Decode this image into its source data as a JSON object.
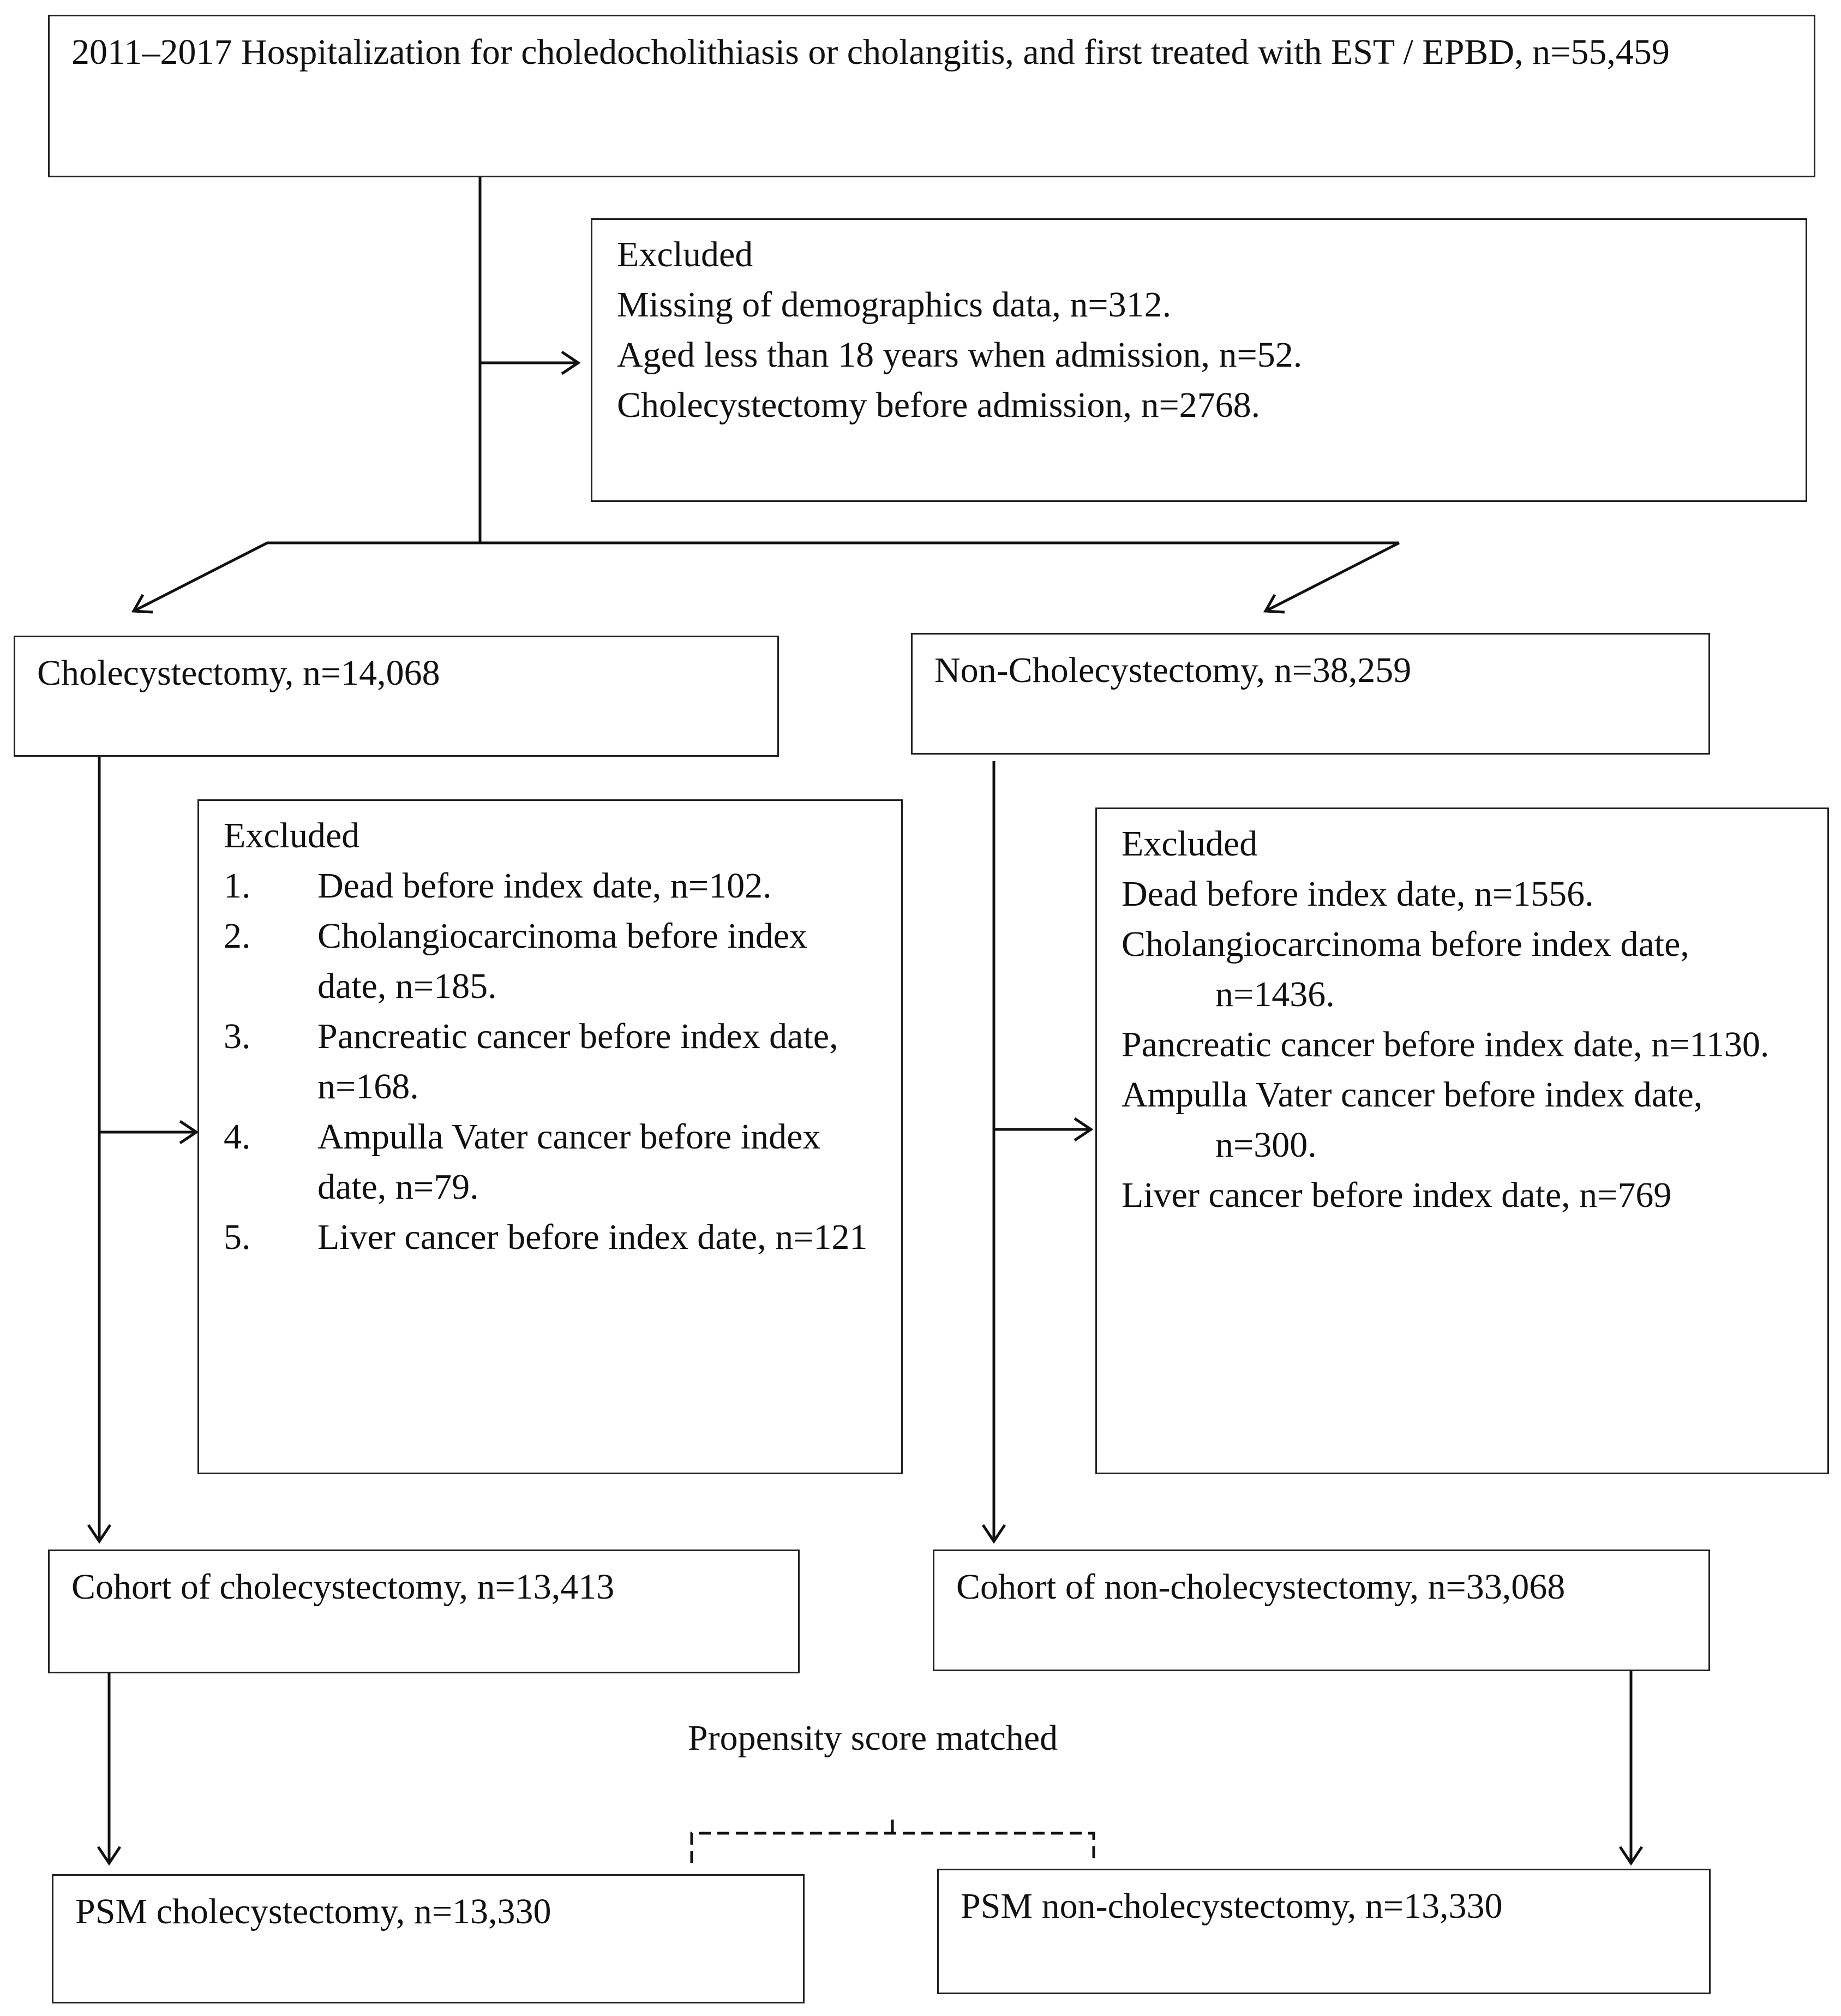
{
  "boxes": {
    "initial": "2011–2017 Hospitalization for choledocholithiasis or cholangitis, and first treated with EST / EPBD, n=55,459",
    "excluded_top": {
      "heading": "Excluded",
      "items": [
        "Missing of demographics data, n=312.",
        "Aged less than 18 years when admission, n=52.",
        "Cholecystectomy before admission, n=2768."
      ]
    },
    "chole": "Cholecystectomy, n=14,068",
    "nonchole": "Non-Cholecystectomy, n=38,259",
    "excluded_left": {
      "heading": "Excluded",
      "items": [
        {
          "num": "1.",
          "text": "Dead before index date, n=102."
        },
        {
          "num": "2.",
          "text": "Cholangiocarcinoma before index date, n=185."
        },
        {
          "num": "3.",
          "text": "Pancreatic cancer before index date, n=168."
        },
        {
          "num": "4.",
          "text": "Ampulla Vater cancer before index date, n=79."
        },
        {
          "num": "5.",
          "text": "Liver cancer before index date, n=121"
        }
      ]
    },
    "excluded_right": {
      "heading": "Excluded",
      "items": [
        "Dead before index date, n=1556.",
        "Cholangiocarcinoma before index date, n=1436.",
        "Pancreatic cancer before index date, n=1130.",
        "Ampulla Vater cancer before index date, n=300.",
        "Liver cancer before index date, n=769"
      ]
    },
    "cohort_chole": "Cohort of cholecystectomy, n=13,413",
    "cohort_nonchole": "Cohort of non-cholecystectomy, n=33,068",
    "psm_caption": "Propensity score matched",
    "psm_chole": "PSM cholecystectomy, n=13,330",
    "psm_nonchole": "PSM non-cholecystectomy, n=13,330"
  }
}
